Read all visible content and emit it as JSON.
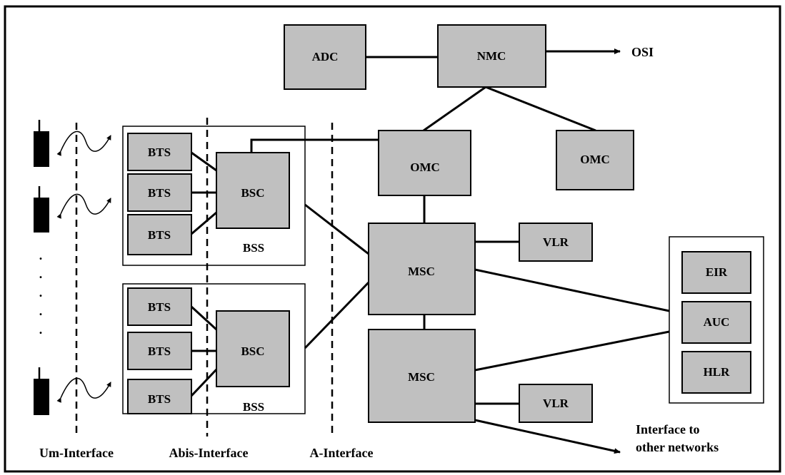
{
  "nodes": {
    "adc": "ADC",
    "nmc": "NMC",
    "osi": "OSI",
    "omc_left": "OMC",
    "omc_right": "OMC",
    "bts": "BTS",
    "bsc": "BSC",
    "bss": "BSS",
    "msc": "MSC",
    "vlr": "VLR",
    "eir": "EIR",
    "auc": "AUC",
    "hlr": "HLR"
  },
  "interfaces": {
    "um": "Um-Interface",
    "abis": "Abis-Interface",
    "a": "A-Interface"
  },
  "external": {
    "line1": "Interface to",
    "line2": "other networks"
  },
  "ellipsis": "."
}
